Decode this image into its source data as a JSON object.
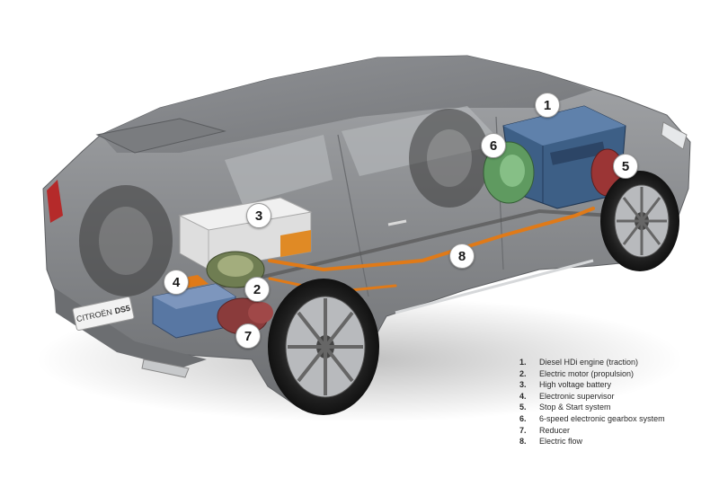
{
  "callouts": [
    {
      "number": "1"
    },
    {
      "number": "2"
    },
    {
      "number": "3"
    },
    {
      "number": "4"
    },
    {
      "number": "5"
    },
    {
      "number": "6"
    },
    {
      "number": "7"
    },
    {
      "number": "8"
    }
  ],
  "legend": {
    "items": [
      {
        "number": "1.",
        "label": "Diesel HDi engine (traction)"
      },
      {
        "number": "2.",
        "label": "Electric motor (propulsion)"
      },
      {
        "number": "3.",
        "label": "High voltage battery"
      },
      {
        "number": "4.",
        "label": "Electronic supervisor"
      },
      {
        "number": "5.",
        "label": "Stop & Start system"
      },
      {
        "number": "6.",
        "label": "6-speed electronic gearbox system"
      },
      {
        "number": "7.",
        "label": "Reducer"
      },
      {
        "number": "8.",
        "label": "Electric flow"
      }
    ]
  },
  "license_plate": {
    "brand": "CITROËN",
    "model": "DS5"
  },
  "colors": {
    "body": "#8d8f92",
    "engine": "#3d5f86",
    "gearbox": "#5f9a60",
    "motor": "#8a3b3b",
    "cable": "#e07a18",
    "battery": "#d9d9d9"
  }
}
